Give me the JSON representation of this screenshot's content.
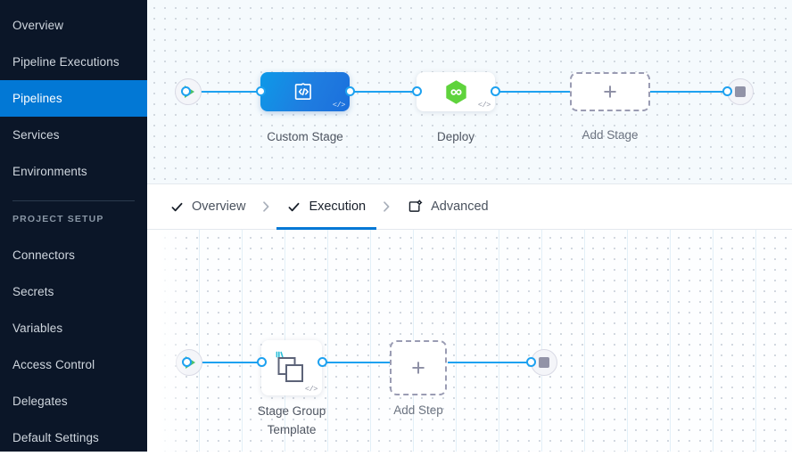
{
  "sidebar": {
    "items": [
      {
        "label": "Overview",
        "active": false
      },
      {
        "label": "Pipeline Executions",
        "active": false
      },
      {
        "label": "Pipelines",
        "active": true
      },
      {
        "label": "Services",
        "active": false
      },
      {
        "label": "Environments",
        "active": false
      }
    ],
    "section_title": "PROJECT SETUP",
    "setup_items": [
      {
        "label": "Connectors"
      },
      {
        "label": "Secrets"
      },
      {
        "label": "Variables"
      },
      {
        "label": "Access Control"
      },
      {
        "label": "Delegates"
      },
      {
        "label": "Default Settings"
      }
    ],
    "active_color": "#0278d5",
    "background_color": "#0b1628"
  },
  "tabs": [
    {
      "label": "Overview",
      "icon": "check-icon",
      "active": false
    },
    {
      "label": "Execution",
      "icon": "check-icon",
      "active": true
    },
    {
      "label": "Advanced",
      "icon": "advanced-settings-icon",
      "active": false
    }
  ],
  "tab_separator": "›",
  "stage_canvas": {
    "start_node": "start-play-icon",
    "end_node": "stop-icon",
    "nodes": [
      {
        "name": "Custom Stage",
        "icon": "custom-stage-code-icon",
        "badge": "</>",
        "type": "custom"
      },
      {
        "name": "Deploy",
        "icon": "harness-deploy-hexagon-icon",
        "badge": "</>",
        "type": "deploy"
      },
      {
        "name": "Add Stage",
        "icon": "plus-icon",
        "type": "add"
      }
    ]
  },
  "step_canvas": {
    "start_node": "start-play-icon",
    "end_node": "stop-icon",
    "nodes": [
      {
        "name": "Stage Group\nTemplate",
        "icon": "stage-group-template-icon",
        "badge": "</>",
        "type": "template"
      },
      {
        "name": "Add Step",
        "icon": "plus-icon",
        "type": "add"
      }
    ]
  },
  "colors": {
    "edge": "#1da1f0",
    "accent": "#0278d5",
    "deploy_green": "#5fd33c",
    "play_green": "#4dc16a"
  }
}
